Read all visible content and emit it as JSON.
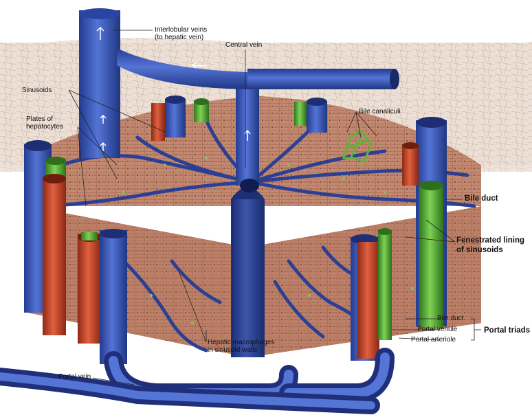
{
  "labels": {
    "interlobular_veins_line1": "Interlobular veins",
    "interlobular_veins_line2": "(to hepatic vein)",
    "central_vein": "Central vein",
    "sinusoids": "Sinusoids",
    "plates_of_hepatocytes_line1": "Plates of",
    "plates_of_hepatocytes_line2": "hepatocytes",
    "bile_canaliculi": "Bile canaliculi",
    "bile_duct": "Bile duct",
    "fenestrated_lining_line1": "Fenestrated lining",
    "fenestrated_lining_line2": "of sinusoids",
    "triad_bile_duct": "Bile duct",
    "triad_portal_venule": "Portal venule",
    "triad_portal_arteriole": "Portal arteriole",
    "portal_triads": "Portal triads",
    "hepatic_macrophages_line1": "Hepatic macrophages",
    "hepatic_macrophages_line2": "in sinusoid walls",
    "portal_vein": "Portal vein"
  },
  "colors": {
    "vein_blue": "#3a57b8",
    "artery_red": "#c9462c",
    "bile_green": "#5fb33a",
    "hepatocyte_tissue": "#b87a63",
    "background_tissue": "#e8d8cc"
  }
}
